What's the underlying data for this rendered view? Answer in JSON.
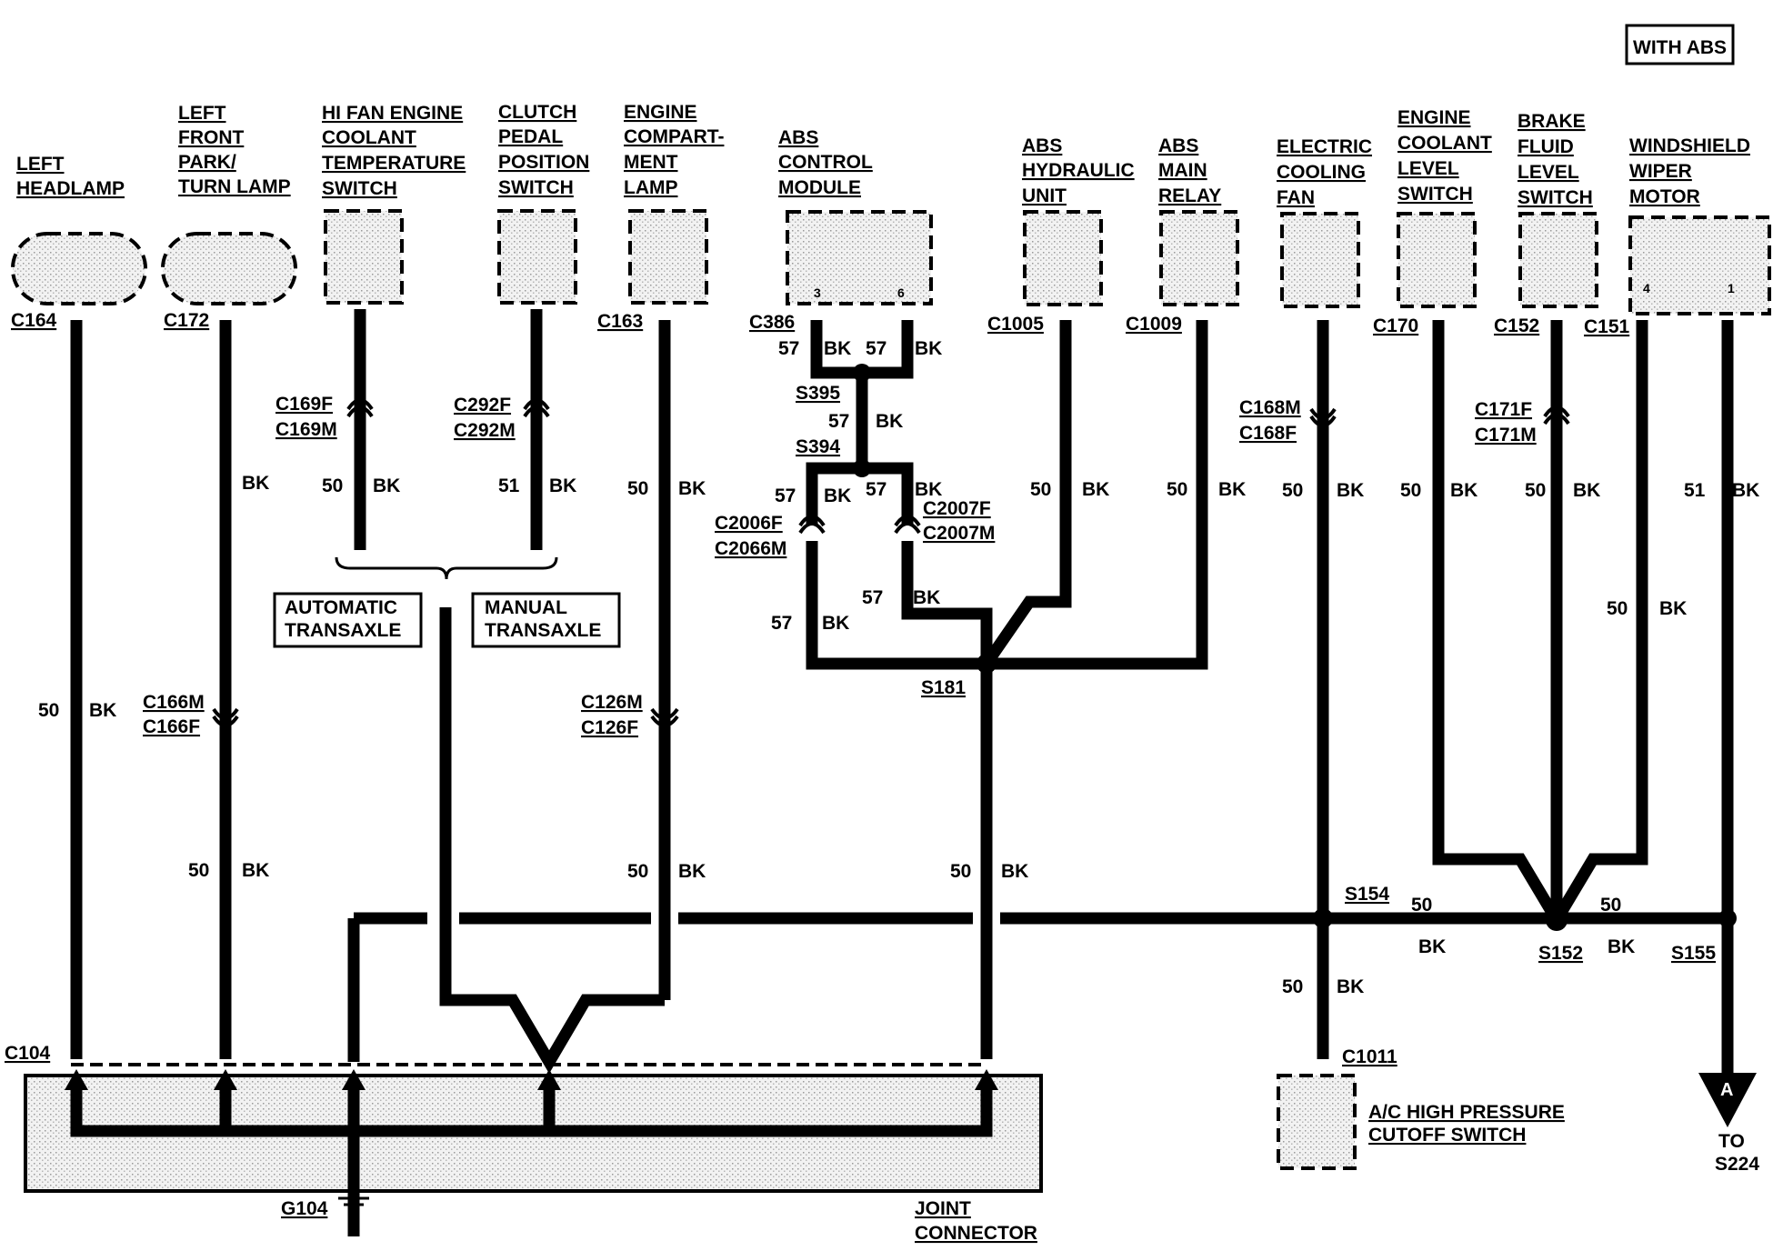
{
  "badge": "WITH ABS",
  "components": {
    "left_headlamp": [
      "LEFT",
      "HEADLAMP"
    ],
    "left_front_lamp": [
      "LEFT",
      "FRONT",
      "PARK/",
      "TURN LAMP"
    ],
    "hi_fan_switch": [
      "HI FAN ENGINE",
      "COOLANT",
      "TEMPERATURE",
      "SWITCH"
    ],
    "clutch_switch": [
      "CLUTCH",
      "PEDAL",
      "POSITION",
      "SWITCH"
    ],
    "engine_lamp": [
      "ENGINE",
      "COMPART-",
      "MENT",
      "LAMP"
    ],
    "abs_module": [
      "ABS",
      "CONTROL",
      "MODULE"
    ],
    "abs_hydraulic": [
      "ABS",
      "HYDRAULIC",
      "UNIT"
    ],
    "abs_relay": [
      "ABS",
      "MAIN",
      "RELAY"
    ],
    "cooling_fan": [
      "ELECTRIC",
      "COOLING",
      "FAN"
    ],
    "coolant_level": [
      "ENGINE",
      "COOLANT",
      "LEVEL",
      "SWITCH"
    ],
    "brake_fluid": [
      "BRAKE",
      "FLUID",
      "LEVEL",
      "SWITCH"
    ],
    "wiper_motor": [
      "WINDSHIELD",
      "WIPER",
      "MOTOR"
    ],
    "ac_switch": [
      "A/C HIGH PRESSURE",
      "CUTOFF SWITCH"
    ],
    "joint_connector": [
      "JOINT",
      "CONNECTOR"
    ]
  },
  "pins": {
    "abs_3": "3",
    "abs_6": "6",
    "wiper_4": "4",
    "wiper_1": "1"
  },
  "connectors": {
    "c164": "C164",
    "c172": "C172",
    "c163": "C163",
    "c386": "C386",
    "c1005": "C1005",
    "c1009": "C1009",
    "c170": "C170",
    "c152": "C152",
    "c151": "C151",
    "c169f": "C169F",
    "c169m": "C169M",
    "c292f": "C292F",
    "c292m": "C292M",
    "c166m": "C166M",
    "c166f": "C166F",
    "c126m": "C126M",
    "c126f": "C126F",
    "c168m": "C168M",
    "c168f": "C168F",
    "c171f": "C171F",
    "c171m": "C171M",
    "c2006f": "C2006F",
    "c2066m": "C2066M",
    "c2007f": "C2007F",
    "c2007m": "C2007M",
    "c104": "C104",
    "c1011": "C1011",
    "g104": "G104"
  },
  "splices": {
    "s395": "S395",
    "s394": "S394",
    "s181": "S181",
    "s154": "S154",
    "s152": "S152",
    "s155": "S155"
  },
  "options": {
    "automatic": [
      "AUTOMATIC",
      "TRANSAXLE"
    ],
    "manual": [
      "MANUAL",
      "TRANSAXLE"
    ]
  },
  "wire_colors": {
    "bk": "BK"
  },
  "circuits": {
    "n50": "50",
    "n51": "51",
    "n57": "57"
  },
  "continuation": {
    "letter": "A",
    "to": "TO",
    "dest": "S224"
  }
}
